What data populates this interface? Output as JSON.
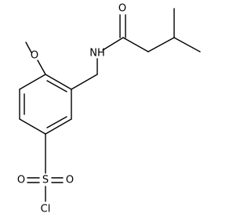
{
  "molecule": {
    "atoms": {
      "oxygen_methoxy": "O",
      "nitrogen_amide": "NH",
      "oxygen_carbonyl": "O",
      "sulfur": "S",
      "oxygen_sulfonyl_left": "O",
      "oxygen_sulfonyl_right": "O",
      "chlorine": "Cl"
    }
  },
  "colors": {
    "bond": "#000000",
    "label": "#000000",
    "background": "#ffffff"
  }
}
